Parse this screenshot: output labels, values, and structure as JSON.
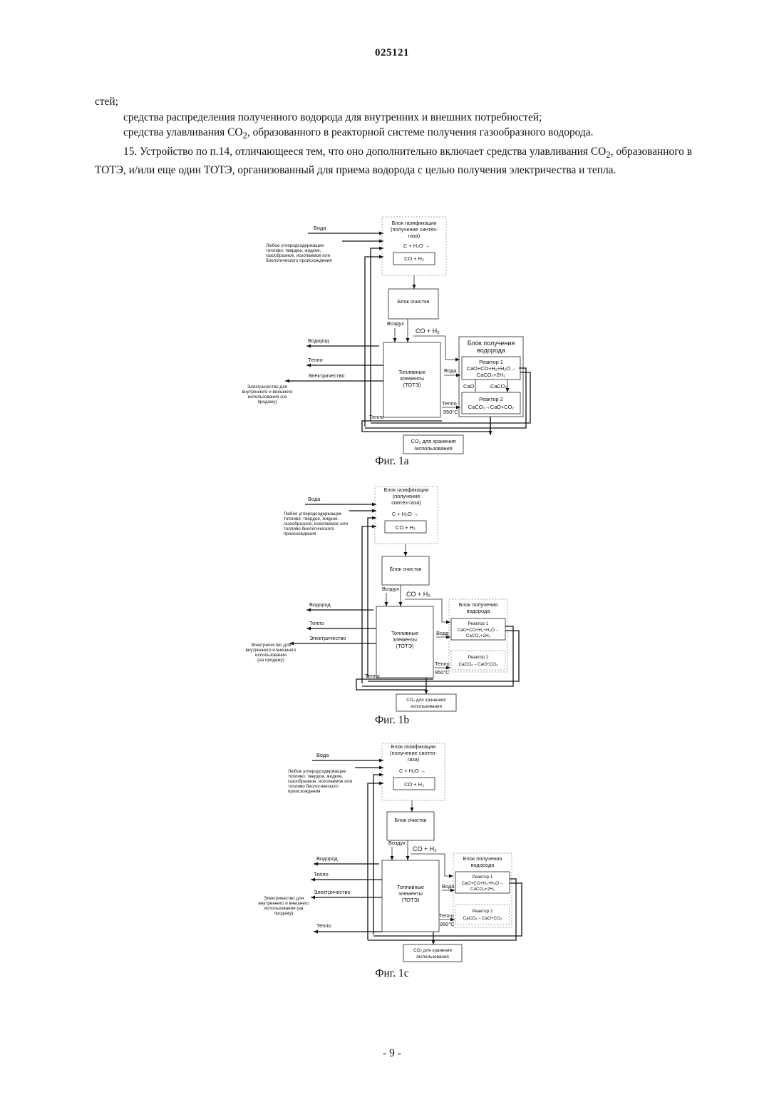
{
  "page": {
    "header_number": "025121",
    "page_number": "- 9 -"
  },
  "text": {
    "p1": "стей;",
    "p2": "средства распределения полученного водорода для внутренних и внешних потребностей;",
    "p3_a": "средства улавливания CO",
    "p3_sub": "2",
    "p3_b": ", образованного в реакторной системе получения газообразного водорода.",
    "p4_a": "15. Устройство по п.14, отличающееся тем, что оно дополнительно включает средства улавливания CO",
    "p4_sub": "2",
    "p4_b": ", образованного в ТОТЭ, и/или еще один ТОТЭ, организованный для приема водорода с целью получения электричества и тепла."
  },
  "figures": [
    {
      "caption": "Фиг. 1а",
      "water": "Вода",
      "fuel": [
        "Любое углеродсодержащее",
        "топливо: твердое, жидкое,",
        "газообразное, ископаемое или",
        "биологического происхождения"
      ],
      "gasif": [
        "Блок газификации",
        "(получение синтез-",
        "газа)"
      ],
      "reaction": "C + H₂O →",
      "syngas": "CO + H₂",
      "cleaning": "Блок очистки",
      "air": "Воздух",
      "co_h2": "CO + H₂",
      "hydrogen": "Водород",
      "heat_out": "Тепло",
      "electricity": "Электричество",
      "electricity_note": [
        "Электричество для",
        "внутреннего и внешнего",
        "использования (на",
        "продажу)"
      ],
      "sofc": [
        "Топливные",
        "элементы",
        "(ТОТЭ)"
      ],
      "h2_block": [
        "Блок получения",
        "водорода"
      ],
      "reactor1": [
        "Реактор 1",
        "CaO+CO+H₂+H₂O→",
        "CaCO₃+2H₂"
      ],
      "reactor2": [
        "Реактор 2",
        "CaCO₃→CaO+CO₂"
      ],
      "water_in": "Вода",
      "cao": "CaO",
      "caco3": "CaCO₃",
      "heat_label": "Тепло",
      "temp": "950°C",
      "heat_bottom": "Тепло",
      "co2": [
        "CO₂ для хранения",
        "/использования"
      ]
    },
    {
      "caption": "Фиг. 1b",
      "water": "Вода",
      "fuel": [
        "Любое углеродсодержащее",
        "топливо: твердое, жидкое,",
        "газообразное, ископаемое или",
        "топливо биологического",
        "происхождения"
      ],
      "gasif": [
        "Блок газификации",
        "(получение",
        "синтез-газа)"
      ],
      "reaction": "C + H₂O →",
      "syngas": "CO + H₂",
      "cleaning": "Блок очистки",
      "air": "Воздух",
      "co_h2": "CO + H₂",
      "hydrogen": "Водород",
      "heat_out": "Тепло",
      "electricity": "Электричество",
      "electricity_note": [
        "Электричество для",
        "внутреннего и внешнего",
        "использования",
        "(на продажу)"
      ],
      "sofc": [
        "Топливные",
        "элементы",
        "(ТОТЭ)"
      ],
      "h2_block": [
        "Блок получения",
        "водорода"
      ],
      "reactor1": [
        "Реактор 1",
        "CaO+CO+H₂+H₂O→",
        "CaCO₃+2H₂"
      ],
      "reactor2": [
        "Реактор 2",
        "CaCO₃→CaO+CO₂"
      ],
      "water_in": "Вода",
      "heat_label": "Тепло",
      "temp": "950°C",
      "heat_bottom": "Тепло",
      "co2": [
        "CO₂ для хранения/",
        "использования"
      ]
    },
    {
      "caption": "Фиг. 1с",
      "water": "Вода",
      "fuel": [
        "Любое углеродсодержащее",
        "топливо: твердое, жидкое,",
        "газообразное, ископаемое или",
        "топливо биологического",
        "происхождения"
      ],
      "gasif": [
        "Блок газификации",
        "(получение синтез-",
        "газа)"
      ],
      "reaction": "C + H₂O →",
      "syngas": "CO + H₂",
      "cleaning": "Блок очистки",
      "air": "Воздух",
      "co_h2": "CO + H₂",
      "hydrogen": "Водород",
      "heat_out": "Тепло",
      "electricity": "Электричество",
      "electricity_note": [
        "Электричество для",
        "внутреннего и внешнего",
        "использования (на",
        "продажу)"
      ],
      "sofc": [
        "Топливные",
        "элементы",
        "(ТОТЭ)"
      ],
      "h2_block": [
        "Блок получения",
        "водорода"
      ],
      "reactor1": [
        "Реактор 1",
        "CaO+CO+H₂+H₂O→",
        "CaCO₃+2H₂"
      ],
      "reactor2": [
        "Реактор 2",
        "CaCO₃→CaO+CO₂"
      ],
      "water_in": "Вода",
      "heat_label": "Тепло",
      "temp": "950°C",
      "heat_bottom": "Тепло",
      "co2": [
        "CO₂ для хранения",
        "/использования"
      ]
    }
  ]
}
